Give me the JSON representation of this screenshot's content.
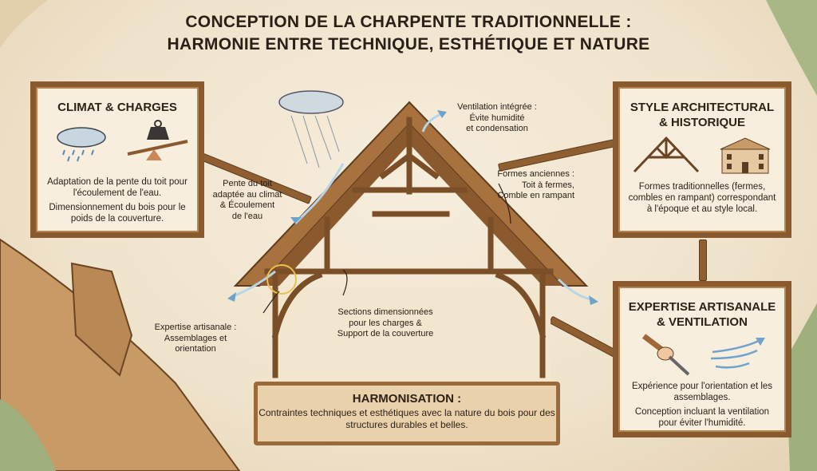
{
  "title": {
    "line1": "CONCEPTION DE LA CHARPENTE TRADITIONNELLE :",
    "line2": "HARMONIE ENTRE TECHNIQUE, ESTHÉTIQUE ET NATURE"
  },
  "panels": {
    "climat": {
      "title": "CLIMAT & CHARGES",
      "text1": "Adaptation de la pente du toit pour l'écoulement de l'eau.",
      "text2": "Dimensionnement du bois pour le poids de la couverture."
    },
    "style": {
      "title_l1": "STYLE ARCHITECTURAL",
      "title_l2": "& HISTORIQUE",
      "text1": "Formes traditionnelles (fermes, combles en rampant) correspondant à l'époque et au style local."
    },
    "expertise": {
      "title_l1": "EXPERTISE ARTISANALE",
      "title_l2": "& VENTILATION",
      "text1": "Expérience pour l'orientation et les assemblages.",
      "text2": "Conception incluant la ventilation pour éviter l'humidité."
    }
  },
  "labels": {
    "ventilation": [
      "Ventilation intégrée :",
      "Évite humidité",
      "et condensation"
    ],
    "pente": [
      "Pente du toit",
      "adaptée au climat",
      "& Écoulement",
      "de l'eau"
    ],
    "formes": [
      "Formes anciennes :",
      "Toit à fermes,",
      "Comble en rampant"
    ],
    "sections": [
      "Sections dimensionnées",
      "pour les charges &",
      "Support de la couverture"
    ],
    "expertise": [
      "Expertise artisanale :",
      "Assemblages et",
      "orientation"
    ]
  },
  "banner": {
    "title": "HARMONISATION :",
    "text": "Contraintes techniques et esthétiques avec la nature du bois pour des structures durables et belles."
  },
  "colors": {
    "wood": "#8a5a2e",
    "parchment": "#efe4cf",
    "water": "#7fb0d8"
  }
}
